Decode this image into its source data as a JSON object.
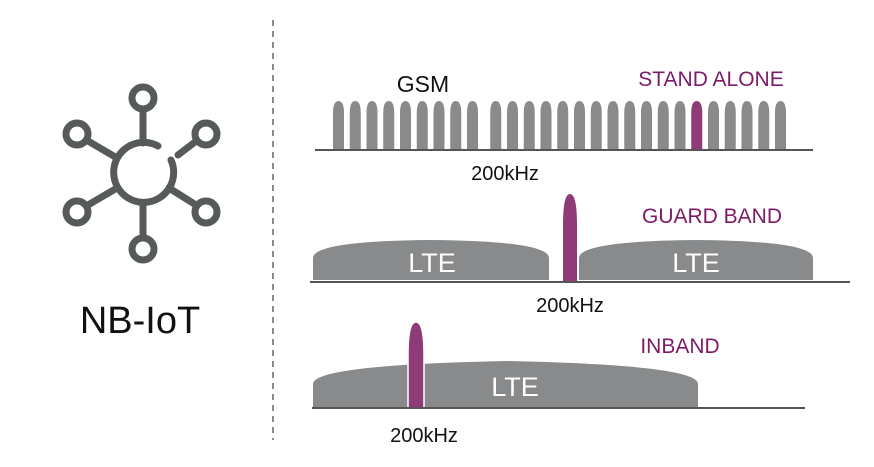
{
  "title": "NB-IoT",
  "icon": "network-hub-icon",
  "colors": {
    "carrier": "#898a8b",
    "nbiot": "#8e3b78",
    "mode_label": "#7d1a68",
    "axis": "#555555",
    "icon": "#575a5a"
  },
  "standalone": {
    "mode_label": "STAND ALONE",
    "carrier_label": "GSM",
    "bandwidth_label": "200kHz",
    "gsm_carrier_count": 27,
    "nbiot_carrier_index": 21
  },
  "guard_band": {
    "mode_label": "GUARD BAND",
    "lte_left_label": "LTE",
    "lte_right_label": "LTE",
    "bandwidth_label": "200kHz"
  },
  "inband": {
    "mode_label": "INBAND",
    "lte_label": "LTE",
    "bandwidth_label": "200kHz"
  }
}
